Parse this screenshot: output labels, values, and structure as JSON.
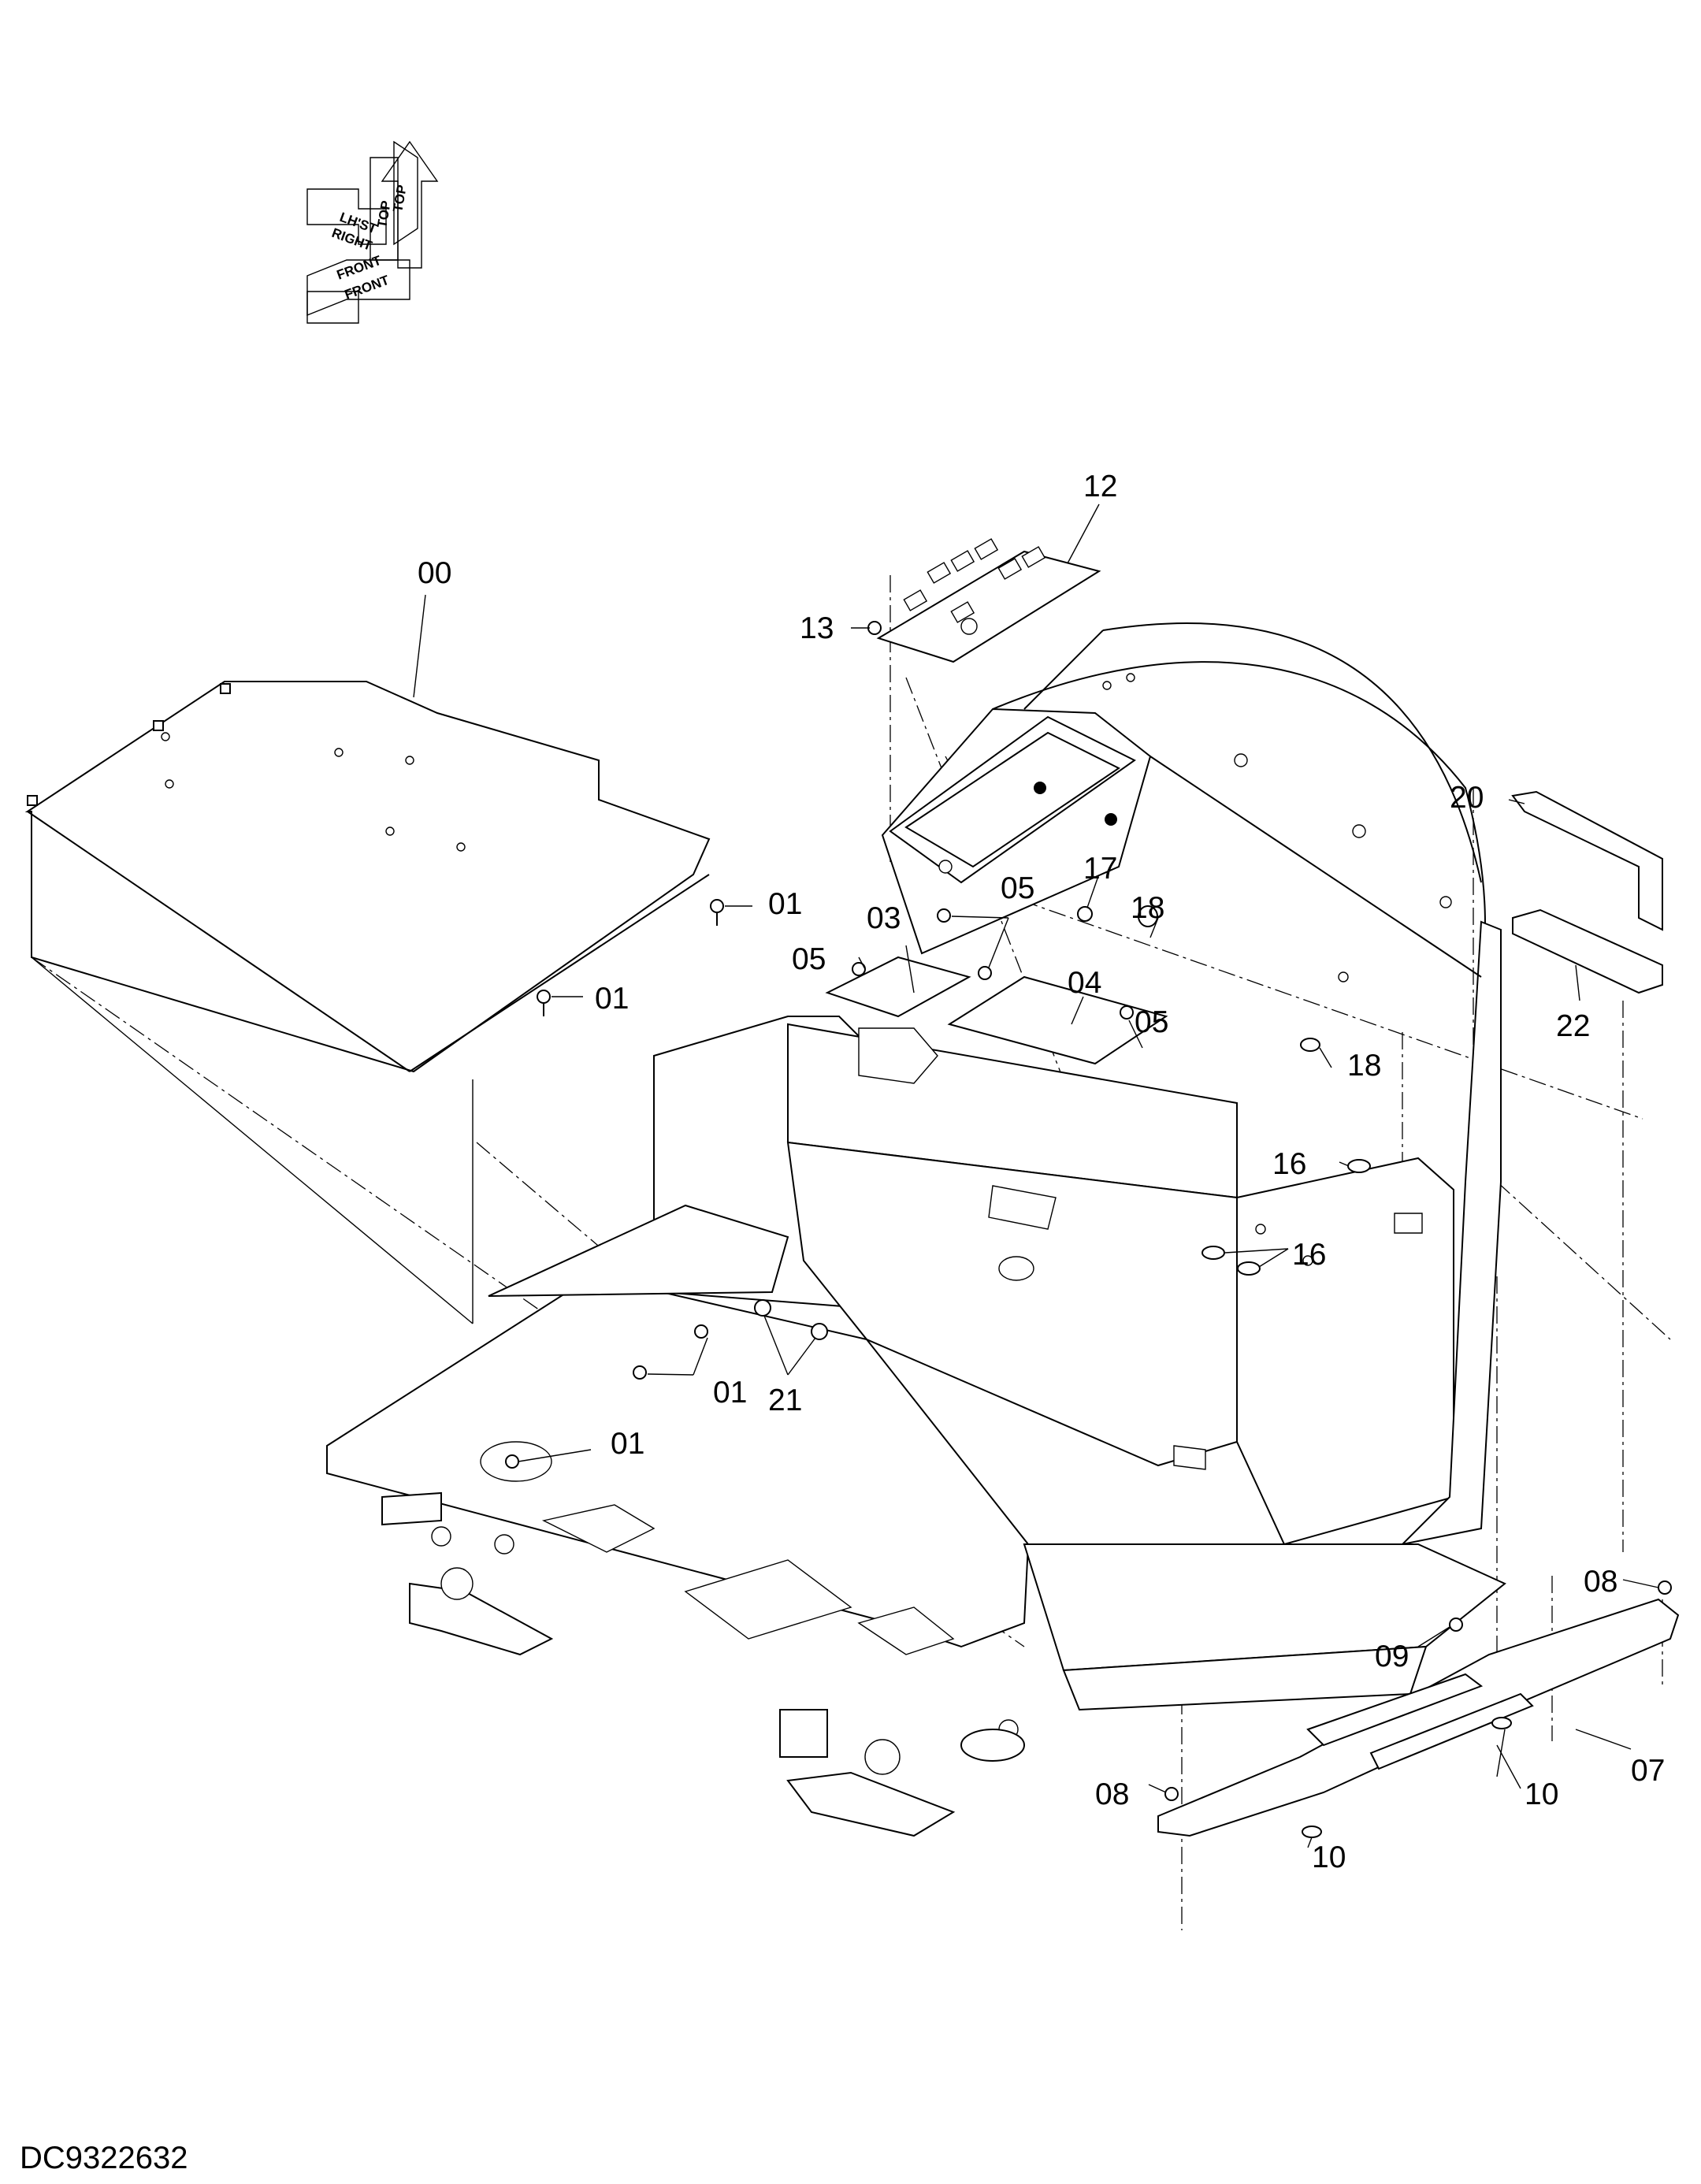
{
  "drawing": {
    "id": "DC9322632",
    "orientation": {
      "labels": [
        "TOP",
        "TOP",
        "LH'ST",
        "RIGHT",
        "FRONT",
        "FRONT"
      ]
    },
    "callouts": [
      "00",
      "01",
      "01",
      "01",
      "01",
      "03",
      "04",
      "05",
      "05",
      "05",
      "05",
      "07",
      "08",
      "08",
      "09",
      "10",
      "10",
      "12",
      "13",
      "16",
      "16",
      "17",
      "18",
      "18",
      "20",
      "21",
      "22"
    ]
  }
}
